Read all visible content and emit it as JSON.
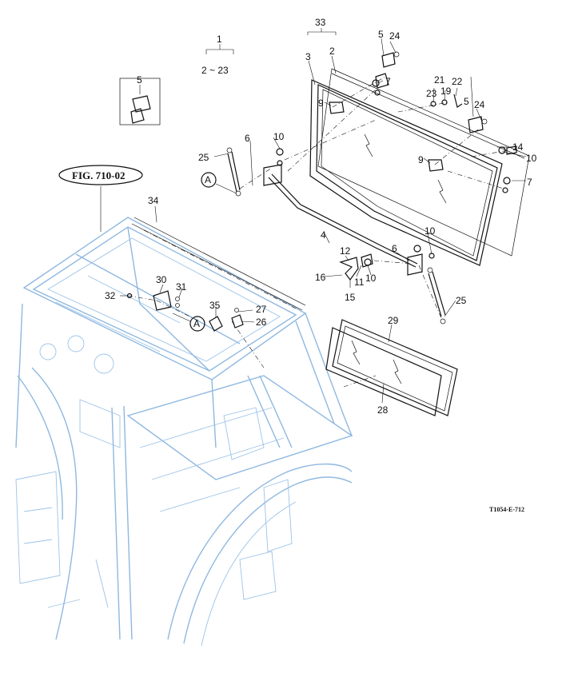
{
  "figure_reference": "FIG. 710-02",
  "drawing_code": "T1054-E-712",
  "assembly": {
    "number": "1",
    "range": "2 ~ 23"
  },
  "group_33": "33",
  "inset": {
    "label": "5"
  },
  "view_markers": [
    "A",
    "A"
  ],
  "callouts": {
    "c2": "2",
    "c3": "3",
    "c4": "4",
    "c5a": "5",
    "c5b": "5",
    "c6a": "6",
    "c6b": "6",
    "c7a": "7",
    "c7b": "7",
    "c9a": "9",
    "c9b": "9",
    "c10a": "10",
    "c10b": "10",
    "c10c": "10",
    "c10d": "10",
    "c11": "11",
    "c12": "12",
    "c14": "14",
    "c15": "15",
    "c16": "16",
    "c19": "19",
    "c21": "21",
    "c22": "22",
    "c23": "23",
    "c24a": "24",
    "c24b": "24",
    "c25a": "25",
    "c25b": "25",
    "c26": "26",
    "c27": "27",
    "c28": "28",
    "c29": "29",
    "c30": "30",
    "c31": "31",
    "c32": "32",
    "c34": "34",
    "c35": "35"
  },
  "colors": {
    "frame": "#8fb8e0",
    "ink": "#111111",
    "background": "#ffffff"
  }
}
